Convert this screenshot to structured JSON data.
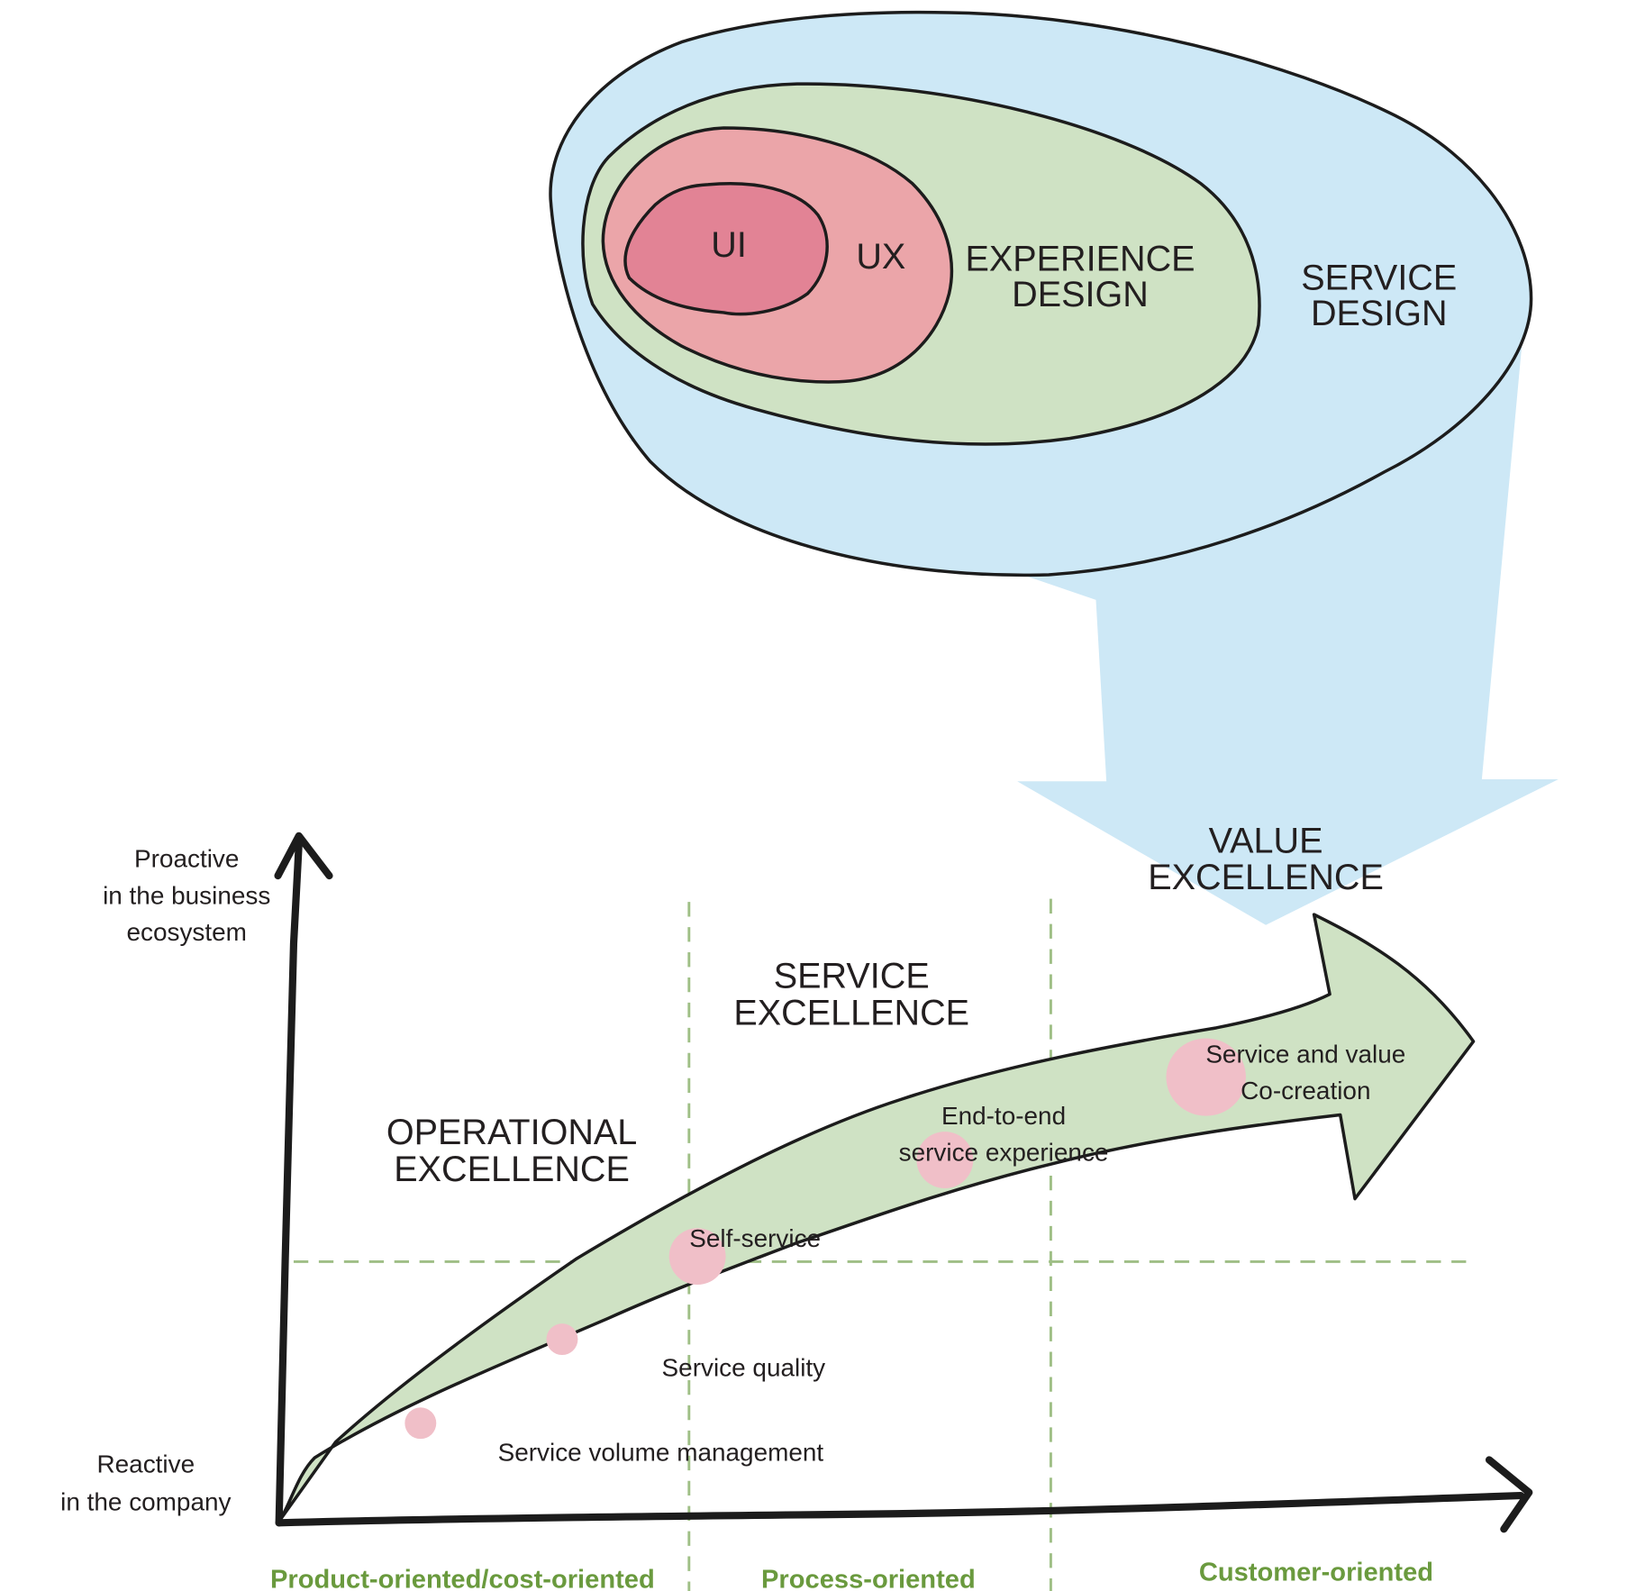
{
  "colors": {
    "service_design": "#cde8f6",
    "experience_design": "#cfe2c4",
    "ux": "#eba5a9",
    "ui": "#e28395",
    "milestone_dot": "#f0bfc8",
    "axis_label_green": "#6a9a3e",
    "grid_dash": "#9fbf86",
    "ink": "#231f20"
  },
  "nested_circles": {
    "ui": "UI",
    "ux": "UX",
    "experience_design": [
      "EXPERIENCE",
      "DESIGN"
    ],
    "service_design": [
      "SERVICE",
      "DESIGN"
    ]
  },
  "y_axis": {
    "top_label": [
      "Proactive",
      "in the business",
      "ecosystem"
    ],
    "bottom_label": [
      "Reactive",
      "in the company"
    ]
  },
  "x_axis": {
    "categories": [
      "Product-oriented/cost-oriented",
      "Process-oriented",
      "Customer-oriented"
    ]
  },
  "zones": {
    "operational": [
      "OPERATIONAL",
      "EXCELLENCE"
    ],
    "service": [
      "SERVICE",
      "EXCELLENCE"
    ],
    "value": [
      "VALUE",
      "EXCELLENCE"
    ]
  },
  "milestones": [
    {
      "label": [
        "Service volume management"
      ]
    },
    {
      "label": [
        "Service quality"
      ]
    },
    {
      "label": [
        "Self-service"
      ]
    },
    {
      "label": [
        "End-to-end",
        "service experience"
      ]
    },
    {
      "label": [
        "Service and value",
        "Co-creation"
      ]
    }
  ]
}
